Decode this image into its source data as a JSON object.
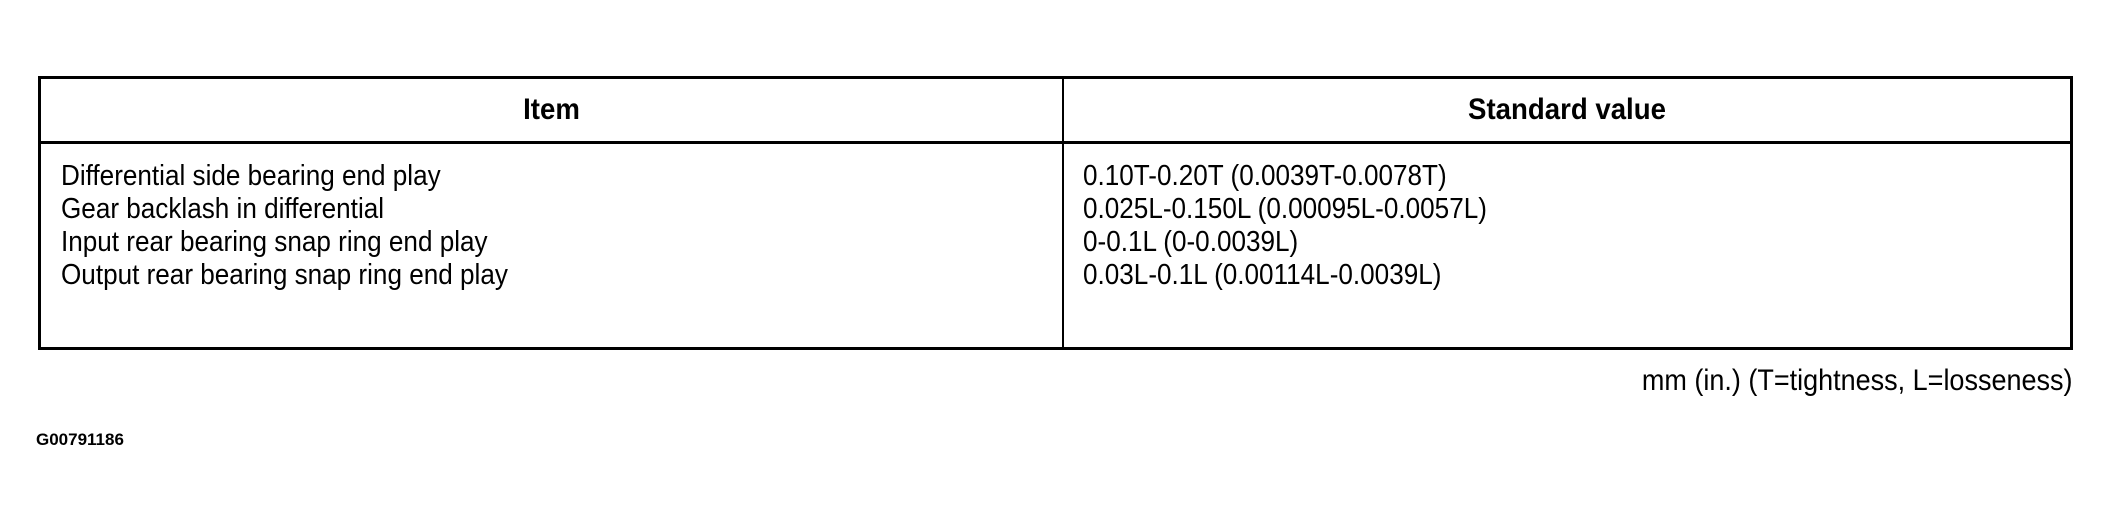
{
  "table": {
    "headers": [
      "Item",
      "Standard value"
    ],
    "rows": [
      {
        "item": "Differential side bearing end play",
        "value": "0.10T-0.20T (0.0039T-0.0078T)"
      },
      {
        "item": "Gear backlash in differential",
        "value": "0.025L-0.150L (0.00095L-0.0057L)"
      },
      {
        "item": "Input rear bearing snap ring end play",
        "value": "0-0.1L (0-0.0039L)"
      },
      {
        "item": "Output rear bearing snap ring end play",
        "value": "0.03L-0.1L (0.00114L-0.0039L)"
      }
    ]
  },
  "units_note": "mm (in.)  (T=tightness, L=losseness)",
  "figure_code": "G00791186"
}
